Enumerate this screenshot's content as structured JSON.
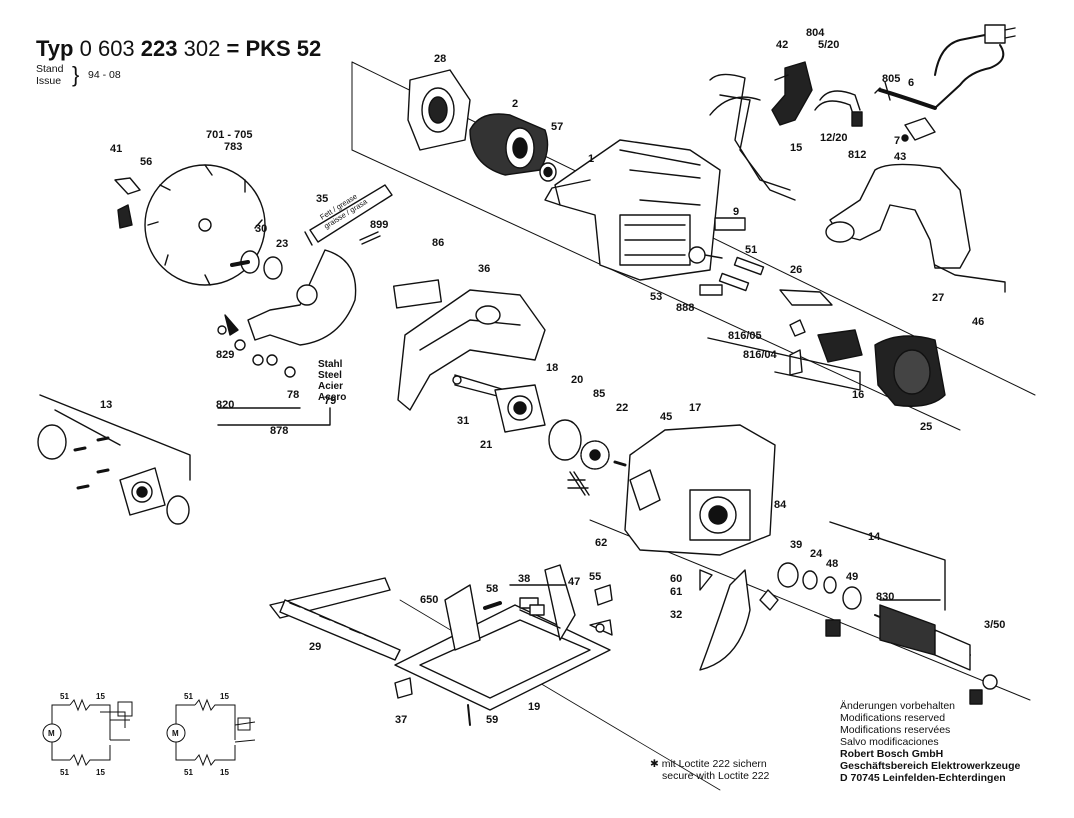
{
  "header": {
    "typ_label": "Typ",
    "typ_number_a": "0 603",
    "typ_number_b": "223",
    "typ_number_c": "302",
    "model": "= PKS 52",
    "stand_label": "Stand",
    "issue_label": "Issue",
    "stand_value": "94 - 08"
  },
  "notes": {
    "changes_de": "Änderungen vorbehalten",
    "changes_en": "Modifications reserved",
    "changes_fr": "Modifications reservées",
    "changes_es": "Salvo modificaciones",
    "company": "Robert Bosch GmbH",
    "division": "Geschäftsbereich Elektrowerkzeuge",
    "address": "D 70745 Leinfelden-Echterdingen",
    "loctite_de": "✱ mit Loctite 222 sichern",
    "loctite_en": "secure with Loctite 222"
  },
  "material_labels": [
    "Stahl",
    "Steel",
    "Acier",
    "Acero"
  ],
  "grease_label": [
    "Fett / grease",
    "graisse / grasa"
  ],
  "part_labels": [
    "28",
    "2",
    "57",
    "1",
    "804",
    "42",
    "5/20",
    "805",
    "6",
    "15",
    "12/20",
    "812",
    "7",
    "43",
    "9",
    "51",
    "53",
    "888",
    "26",
    "27",
    "46",
    "816/05",
    "816/04",
    "16",
    "25",
    "41",
    "56",
    "701 - 705",
    "783",
    "35",
    "899",
    "30",
    "23",
    "86",
    "36",
    "18",
    "20",
    "85",
    "22",
    "31",
    "21",
    "45",
    "17",
    "84",
    "62",
    "39",
    "24",
    "48",
    "49",
    "14",
    "830",
    "3/50",
    "13",
    "820",
    "878",
    "829",
    "78",
    "79",
    "29",
    "650",
    "58",
    "38",
    "47",
    "55",
    "37",
    "19",
    "59",
    "60",
    "61",
    "32"
  ],
  "schematic": {
    "numbers": [
      "51",
      "15",
      "51",
      "15",
      "51",
      "15",
      "51",
      "15"
    ],
    "motor": "M"
  }
}
